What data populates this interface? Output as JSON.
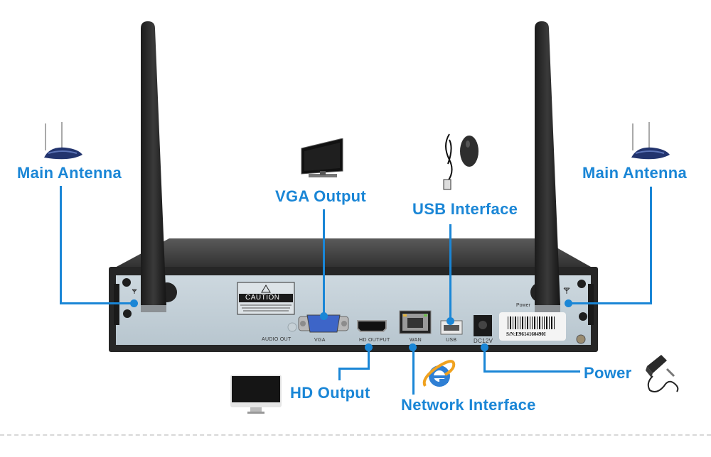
{
  "callouts": {
    "main_antenna_left": "Main Antenna",
    "main_antenna_right": "Main Antenna",
    "vga_output": "VGA Output",
    "usb_interface": "USB Interface",
    "hd_output": "HD Output",
    "network_interface": "Network Interface",
    "power": "Power"
  },
  "panel": {
    "caution_title": "CAUTION",
    "ports": {
      "audio_out": "AUDIO OUT",
      "vga": "VGA",
      "hd_output": "HD OUTPUT",
      "wan": "WAN",
      "usb": "USB",
      "dc12v": "DC12V"
    },
    "power_text": "Power",
    "serial_label": "S/N:E9614160490I"
  },
  "icons": [
    "router-icon",
    "tv-icon",
    "mouse-icon",
    "monitor-icon",
    "internet-explorer-icon",
    "power-adapter-icon"
  ],
  "colors": {
    "accent": "#1a86d6",
    "panel": "#c3cfd8",
    "chassis": "#2b2b2b"
  }
}
